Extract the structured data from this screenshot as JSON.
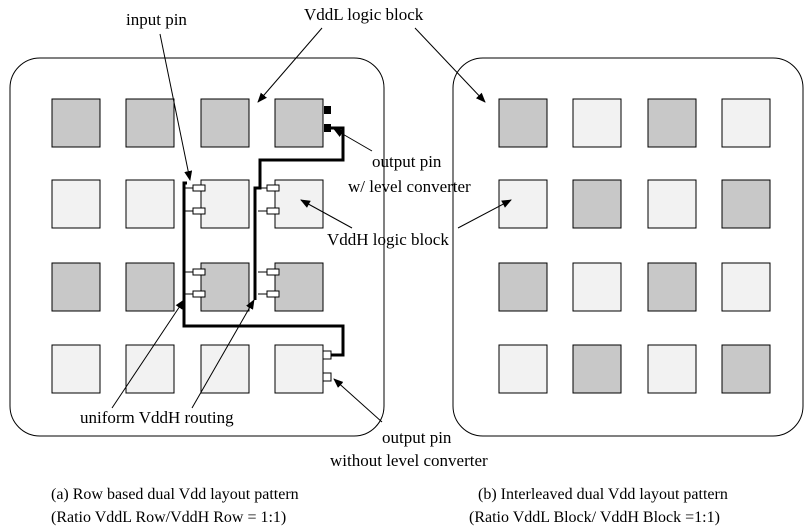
{
  "labels": {
    "input_pin": "input pin",
    "vddl_block": "VddL logic block",
    "output_pin_lc_line1": "output pin",
    "output_pin_lc_line2": "w/ level converter",
    "vddh_block": "VddH logic block",
    "uniform_routing": "uniform VddH routing",
    "output_pin_nolc_line1": "output pin",
    "output_pin_nolc_line2": "without level converter"
  },
  "captions": {
    "left_line1": "(a) Row based dual Vdd layout pattern",
    "left_line2": "(Ratio VddL Row/VddH Row = 1:1)",
    "right_line1": "(b) Interleaved dual Vdd layout pattern",
    "right_line2": "(Ratio VddL Block/ VddH Block =1:1)"
  },
  "colors": {
    "vddl_fill": "#c8c8c8",
    "vddh_fill": "#f2f2f2",
    "stroke": "#000000"
  },
  "patterns": {
    "left_grid_vdd": [
      [
        "L",
        "L",
        "L",
        "L"
      ],
      [
        "H",
        "H",
        "H",
        "H"
      ],
      [
        "L",
        "L",
        "L",
        "L"
      ],
      [
        "H",
        "H",
        "H",
        "H"
      ]
    ],
    "right_grid_vdd": [
      [
        "L",
        "H",
        "L",
        "H"
      ],
      [
        "H",
        "L",
        "H",
        "L"
      ],
      [
        "L",
        "H",
        "L",
        "H"
      ],
      [
        "H",
        "L",
        "H",
        "L"
      ]
    ]
  }
}
